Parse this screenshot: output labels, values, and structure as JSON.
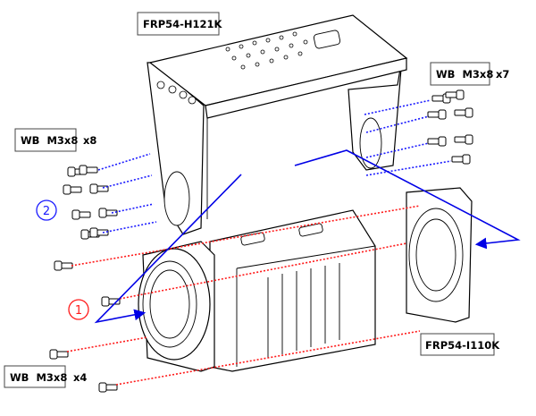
{
  "labels": {
    "bracket": "FRP54-H121K",
    "idler": "FRP54-I110K",
    "screws_top_right": {
      "name": "WB  M3x8",
      "qty": "x7"
    },
    "screws_left": {
      "name": "WB  M3x8",
      "qty": "x8"
    },
    "screws_bottom_left": {
      "name": "WB  M3x8",
      "qty": "x4"
    }
  },
  "steps": [
    {
      "number": "1",
      "color": "#ff1a1a"
    },
    {
      "number": "2",
      "color": "#1a1aff"
    }
  ],
  "colors": {
    "step1_lines": "#ff1a1a",
    "step2_lines": "#1a1aff",
    "arrows": "#0000e6"
  }
}
